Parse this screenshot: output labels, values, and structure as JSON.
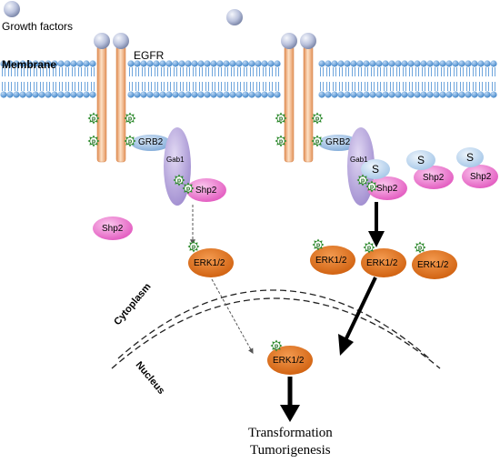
{
  "labels": {
    "growth_factors": "Growth factors",
    "membrane": "Membrane",
    "egfr": "EGFR",
    "grb2": "GRB2",
    "gab1": "Gab1",
    "shp2": "Shp2",
    "erk": "ERK1/2",
    "p": "p",
    "s": "S",
    "cytoplasm": "Cytoplasm",
    "nucleus": "Nucleus",
    "outcome_1": "Transformation",
    "outcome_2": "Tumorigenesis"
  },
  "colors": {
    "ligand": "#aeb8d6",
    "membrane_head": "#5a9ad8",
    "receptor": "#f3b98a",
    "grb2": "#8fb4dc",
    "gab1": "#b3a3d9",
    "shp2": "#ec67c8",
    "s_tag": "#b8d3ec",
    "erk": "#e06e16",
    "phospho": "#44b23a",
    "phospho_star": "#2e8b2e"
  }
}
